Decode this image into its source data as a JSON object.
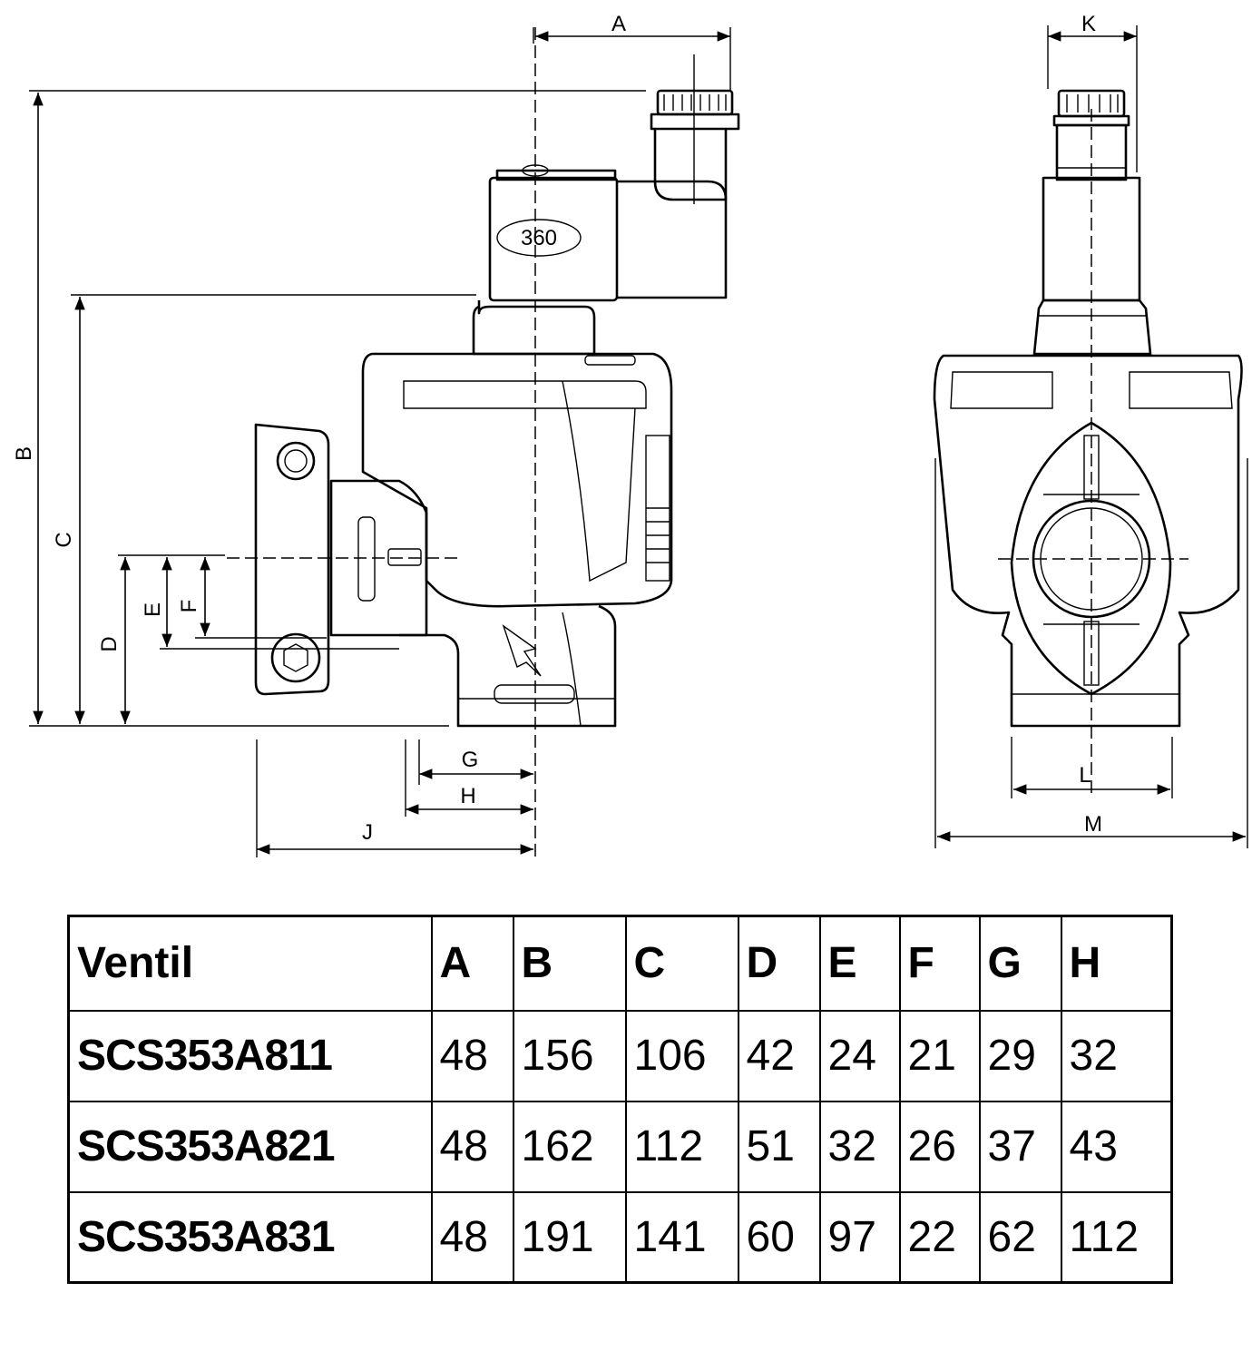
{
  "drawing": {
    "rotation_badge": "360",
    "dimension_labels": [
      "A",
      "B",
      "C",
      "D",
      "E",
      "F",
      "G",
      "H",
      "J",
      "K",
      "L",
      "M"
    ]
  },
  "table": {
    "headers": [
      "Ventil",
      "A",
      "B",
      "C",
      "D",
      "E",
      "F",
      "G",
      "H"
    ],
    "rows": [
      [
        "SCS353A811",
        "48",
        "156",
        "106",
        "42",
        "24",
        "21",
        "29",
        "32"
      ],
      [
        "SCS353A821",
        "48",
        "162",
        "112",
        "51",
        "32",
        "26",
        "37",
        "43"
      ],
      [
        "SCS353A831",
        "48",
        "191",
        "141",
        "60",
        "97",
        "22",
        "62",
        "112"
      ]
    ]
  }
}
